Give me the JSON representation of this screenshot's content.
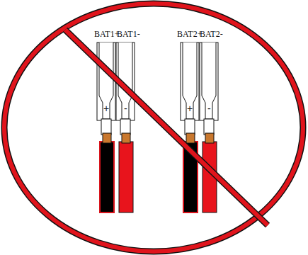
{
  "diagram": {
    "labels": [
      "BAT1+",
      "BAT1-",
      "BAT2+",
      "BAT2-",
      "+",
      "-",
      "+",
      "-"
    ]
  }
}
